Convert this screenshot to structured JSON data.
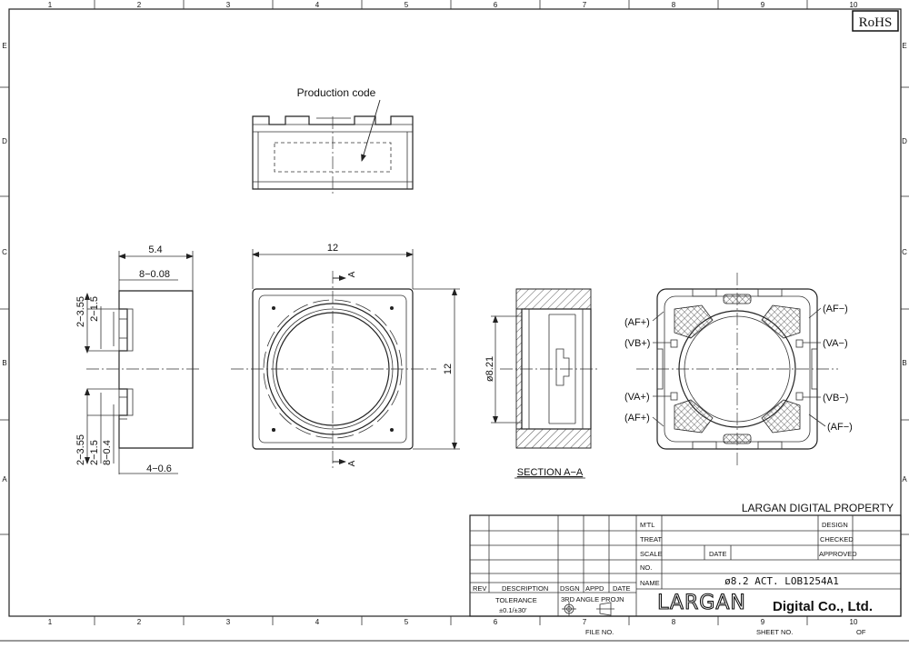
{
  "compliance_mark": "RoHS",
  "border": {
    "columns": [
      "1",
      "2",
      "3",
      "4",
      "5",
      "6",
      "7",
      "8",
      "9",
      "10"
    ],
    "rows": [
      "E",
      "D",
      "C",
      "B",
      "A"
    ]
  },
  "annotation": {
    "production_code": "Production code"
  },
  "side_view_dims": {
    "width": "5.4",
    "inner_width": "8−0.08",
    "top_pin_outer": "2−3.55",
    "top_pin_inner": "2−1.5",
    "bottom_pin_outer": "2−3.55",
    "bottom_pin_inner": "2−1.5",
    "bottom_pin_small": "8−0.4",
    "bottom_width": "4−0.6"
  },
  "front_view_dims": {
    "width": "12",
    "height": "12",
    "section_marker": "A"
  },
  "section": {
    "diameter": "ø8.21",
    "label": "SECTION  A−A"
  },
  "pins": {
    "left": [
      "(AF+)",
      "(VB+)",
      "(VA+)",
      "(AF+)"
    ],
    "right": [
      "(AF−)",
      "(VA−)",
      "(VB−)",
      "(AF−)"
    ]
  },
  "title_block": {
    "company_property": "LARGAN DIGITAL PROPERTY",
    "rows_left": [
      "M'TL",
      "TREAT",
      "SCALE",
      "NO.",
      "NAME"
    ],
    "date_label": "DATE",
    "name_value": "ø8.2  ACT.  LOB1254A1",
    "right_labels": [
      "DESIGN",
      "CHECKED",
      "APPROVED"
    ],
    "revision_headers": [
      "REV",
      "DESCRIPTION",
      "DSGN",
      "APPD",
      "DATE"
    ],
    "tolerance_label": "TOLERANCE",
    "tolerance_value": "±0.1/±30'",
    "projection": "3RD  ANGLE  PROJN",
    "logo": "LARGAN",
    "company_name": "Digital Co., Ltd.",
    "file_no": "FILE  NO.",
    "sheet_no": "SHEET  NO.",
    "of": "OF"
  }
}
